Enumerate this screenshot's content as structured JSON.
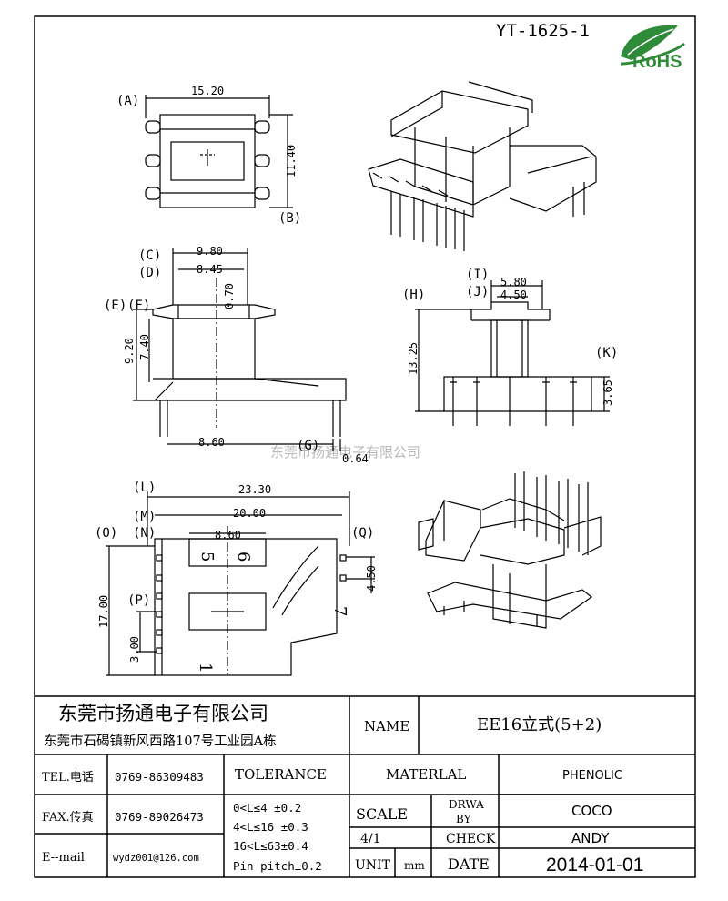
{
  "header": {
    "part_number": "YT-1625-1",
    "rohs_label": "RoHS"
  },
  "watermark": "东莞市扬通电子有限公司",
  "drawing": {
    "top_view": {
      "A": "15.20",
      "B": "11.40",
      "label_A": "(A)",
      "label_B": "(B)"
    },
    "side_view": {
      "C": "9.80",
      "D": "8.45",
      "E": "9.20",
      "F": "7.40",
      "flange": "0.70",
      "G": "8.60",
      "G2": "0.64",
      "label_C": "(C)",
      "label_D": "(D)",
      "label_E": "(E)",
      "label_F": "(F)",
      "label_G": "(G)"
    },
    "end_view": {
      "I": "5.80",
      "J": "4.50",
      "H": "13.25",
      "K": "3.65",
      "label_H": "(H)",
      "label_I": "(I)",
      "label_J": "(J)",
      "label_K": "(K)"
    },
    "bottom_view": {
      "L": "23.30",
      "M": "20.00",
      "N": "8.60",
      "O": "17.00",
      "P": "3.00",
      "Q": "4.50",
      "label_L": "(L)",
      "label_M": "(M)",
      "label_N": "(N)",
      "label_O": "(O)",
      "label_P": "(P)",
      "label_Q": "(Q)",
      "pin_5": "5",
      "pin_6": "6",
      "pin_7": "7",
      "pin_1": "1"
    }
  },
  "title_block": {
    "company_name": "东莞市扬通电子有限公司",
    "company_address": "东莞市石碣镇新风西路107号工业园A栋",
    "name_label": "NAME",
    "name_value": "EE16立式(5+2)",
    "tel_label": "TEL.电话",
    "tel_value": "0769-86309483",
    "fax_label": "FAX.传真",
    "fax_value": "0769-89026473",
    "email_label": "E--mail",
    "email_value": "wydz001@126.com",
    "tolerance_label": "TOLERANCE",
    "tol_1": "0<L≤4   ±0.2",
    "tol_2": "4<L≤16  ±0.3",
    "tol_3": "16<L≤63±0.4",
    "tol_4": "Pin pitch±0.2",
    "material_label": "MATERLAL",
    "material_value": "PHENOLIC",
    "scale_label": "SCALE",
    "scale_value": "4/1",
    "drwa_label": "DRWA",
    "by_label": "BY",
    "drwa_value": "COCO",
    "check_label": "CHECK",
    "check_value": "ANDY",
    "unit_label": "UNIT",
    "unit_value": "mm",
    "date_label": "DATE",
    "date_value": "2014-01-01"
  }
}
